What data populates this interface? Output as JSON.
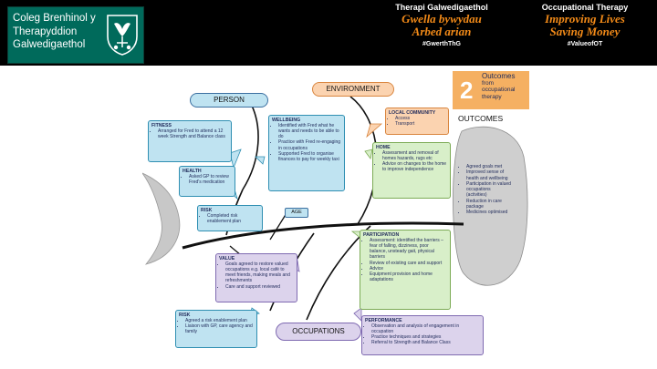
{
  "header": {
    "logo_lines": [
      "Coleg Brenhinol y",
      "Therapyddion",
      "Galwedigaethol"
    ],
    "welsh": {
      "title": "Therapi Galwedigaethol",
      "slogan_lines": [
        "Gwella bywydau",
        "Arbed arian"
      ],
      "hashtag": "#GwerthThG"
    },
    "english": {
      "title": "Occupational Therapy",
      "slogan_lines": [
        "Improving Lives",
        "Saving Money"
      ],
      "hashtag": "#ValueofOT"
    }
  },
  "diagram": {
    "badge_number": "2",
    "badge_lines": [
      "Outcomes",
      "from",
      "occupational",
      "therapy"
    ],
    "outcomes_title": "OUTCOMES",
    "person_label": "PERSON",
    "environment_label": "ENVIRONMENT",
    "occupations_label": "OCCUPATIONS",
    "age_label": "AGE",
    "fitness": {
      "head": "FITNESS",
      "items": [
        "Arranged for Fred to attend a 12 week Strength and Balance class"
      ]
    },
    "health": {
      "head": "HEALTH",
      "items": [
        "Asked GP to review Fred's medication"
      ]
    },
    "risk_person": {
      "head": "RISK",
      "items": [
        "Completed risk enablement plan"
      ]
    },
    "wellbeing": {
      "head": "WELLBEING",
      "items": [
        "Identified with Fred what he wants and needs to be able to do",
        "Practice with Fred re-engaging in occupations",
        "Supported Fred to organise finances to pay for weekly taxi"
      ]
    },
    "local_community": {
      "head": "LOCAL COMMUNITY",
      "items": [
        "Access",
        "Transport"
      ]
    },
    "home": {
      "head": "HOME",
      "items": [
        "Assessment and removal of homes hazards, rugs etc",
        "Advice on changes to the home to improve independence"
      ]
    },
    "participation": {
      "head": "PARTICIPATION",
      "items": [
        "Assessment: identified the barriers – fear of falling, dizziness, poor balance, unsteady gait, physical barriers",
        "Review of existing care and support",
        "Advice",
        "Equipment provision and home adaptations"
      ]
    },
    "value": {
      "head": "VALUE",
      "items": [
        "Goals agreed to restore valued occupations e.g. local café to meet friends, making meals and refreshments",
        "Care and support reviewed"
      ]
    },
    "risk_occupations": {
      "head": "RISK",
      "items": [
        "Agreed a risk enablement plan",
        "Liaison with GP, care agency and family"
      ]
    },
    "performance": {
      "head": "PERFORMANCE",
      "items": [
        "Observation and analysis of engagement in occupation",
        "Practice techniques and strategies",
        "Referral to Strength and Balance Class"
      ]
    },
    "outcome_items": [
      "Agreed goals met",
      "Improved sense of health and wellbeing",
      "Participation in valued occupations (activities)",
      "Reduction in care package",
      "Medicines optimised"
    ]
  },
  "colors": {
    "logo_bg": "#006a5b",
    "slogan": "#f28a18",
    "badge": "#f5b062",
    "callout_blue": "#bfe3f1",
    "callout_orange": "#fbd3b0",
    "callout_green": "#d8efc9",
    "callout_purple": "#dcd3ec"
  }
}
